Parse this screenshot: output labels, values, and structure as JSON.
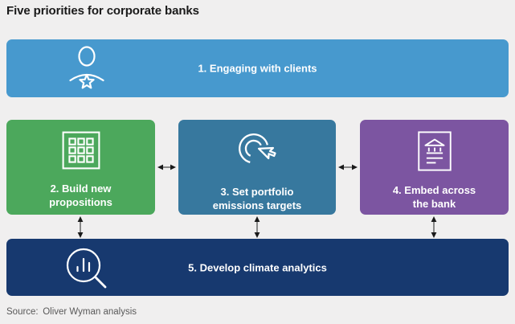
{
  "title": "Five priorities for corporate banks",
  "diagram": {
    "box1": {
      "label": "1. Engaging with clients",
      "icon": "person-star-icon",
      "color_key": "blue"
    },
    "box2": {
      "line1": "2. Build new",
      "line2": "propositions",
      "icon": "building-grid-icon",
      "color_key": "green"
    },
    "box3": {
      "line1": "3. Set portfolio",
      "line2": "emissions targets",
      "icon": "click-cursor-icon",
      "color_key": "teal"
    },
    "box4": {
      "line1": "4. Embed across",
      "line2": "the bank",
      "icon": "bank-document-icon",
      "color_key": "purple"
    },
    "box5": {
      "label": "5. Develop climate analytics",
      "icon": "magnifier-chart-icon",
      "color_key": "navy"
    }
  },
  "connectors": [
    "box2-box3-horizontal",
    "box3-box4-horizontal",
    "box2-box5-vertical",
    "box3-box5-vertical",
    "box4-box5-vertical"
  ],
  "source": {
    "label": "Source:",
    "text": "Oliver Wyman analysis"
  },
  "colors": {
    "blue": "#4799CE",
    "green": "#4CA85C",
    "teal": "#37789E",
    "purple": "#7C55A1",
    "navy": "#17396F",
    "background": "#F0EFEF",
    "arrow-line": "#6E6E6E",
    "arrow-head": "#1A1A1A",
    "title-color": "#1A1A1A",
    "source-color": "#595959"
  }
}
